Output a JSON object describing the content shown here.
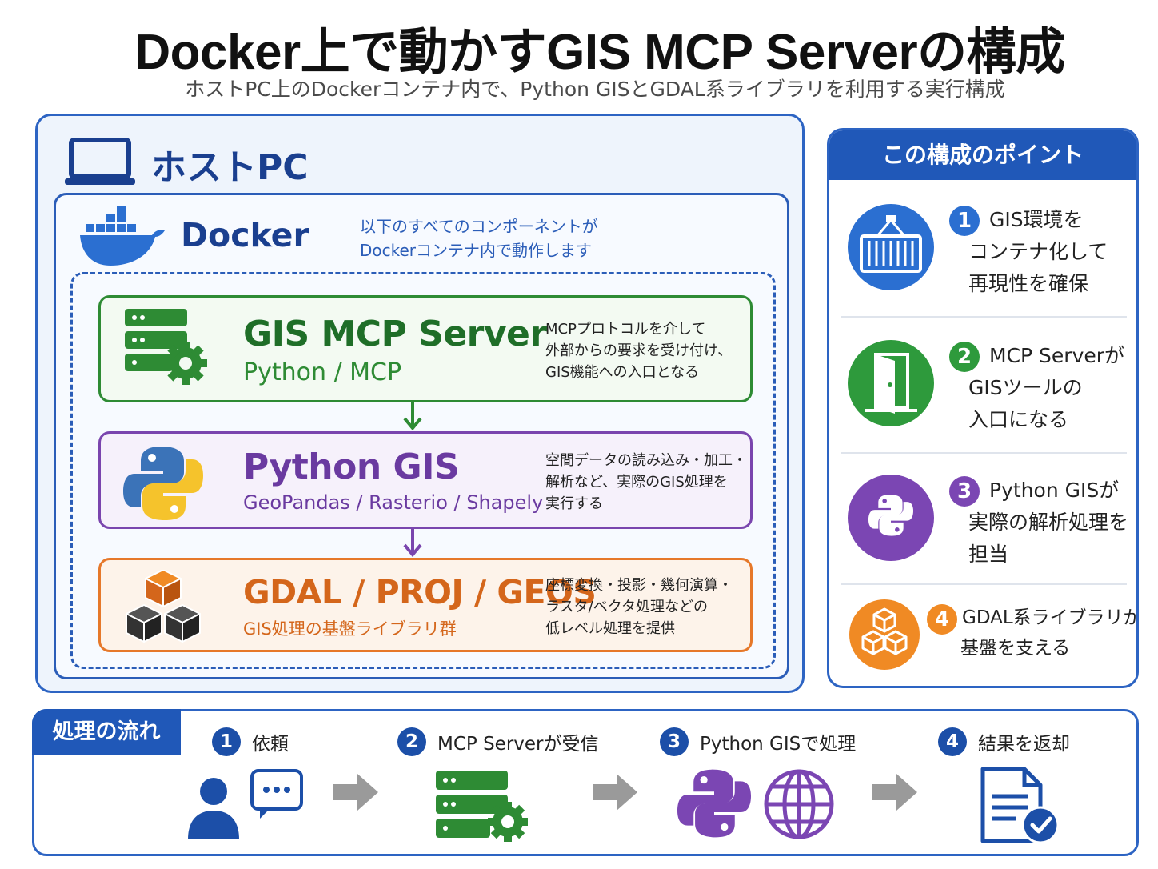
{
  "title": "Docker上で動かすGIS MCP Serverの構成",
  "subtitle": "ホストPC上のDockerコンテナ内で、Python GISとGDAL系ライブラリを利用する実行構成",
  "host": {
    "label": "ホストPC"
  },
  "docker": {
    "label": "Docker",
    "note_line1": "以下のすべてのコンポーネントが",
    "note_line2": "Dockerコンテナ内で動作します"
  },
  "layers": [
    {
      "title": "GIS MCP Server",
      "subtitle": "Python / MCP",
      "desc": [
        "MCPプロトコルを介して",
        "外部からの要求を受け付け、",
        "GIS機能への入口となる"
      ],
      "color": "#2e8b34"
    },
    {
      "title": "Python GIS",
      "subtitle": "GeoPandas / Rasterio / Shapely",
      "desc": [
        "空間データの読み込み・加工・",
        "解析など、実際のGIS処理を",
        "実行する"
      ],
      "color": "#7a45ae"
    },
    {
      "title": "GDAL / PROJ / GEOS",
      "subtitle": "GIS処理の基盤ライブラリ群",
      "desc": [
        "座標変換・投影・幾何演算・",
        "ラスタ/ベクタ処理などの",
        "低レベル処理を提供"
      ],
      "color": "#e6782a"
    }
  ],
  "points": {
    "title": "この構成のポイント",
    "items": [
      {
        "num": "1",
        "lines": [
          "GIS環境を",
          "コンテナ化して",
          "再現性を確保"
        ],
        "icon": "container-icon",
        "color": "#2b6fd1"
      },
      {
        "num": "2",
        "lines": [
          "MCP Serverが",
          "GISツールの",
          "入口になる"
        ],
        "icon": "door-icon",
        "color": "#2e9a3c"
      },
      {
        "num": "3",
        "lines": [
          "Python GISが",
          "実際の解析処理を",
          "担当"
        ],
        "icon": "python-icon",
        "color": "#7b46b3"
      },
      {
        "num": "4",
        "lines": [
          "GDAL系ライブラリが",
          "基盤を支える"
        ],
        "icon": "cubes-icon",
        "color": "#f08a24"
      }
    ]
  },
  "flow": {
    "title": "処理の流れ",
    "steps": [
      {
        "num": "1",
        "label": "依頼"
      },
      {
        "num": "2",
        "label": "MCP Serverが受信"
      },
      {
        "num": "3",
        "label": "Python GISで処理"
      },
      {
        "num": "4",
        "label": "結果を返却"
      }
    ]
  }
}
